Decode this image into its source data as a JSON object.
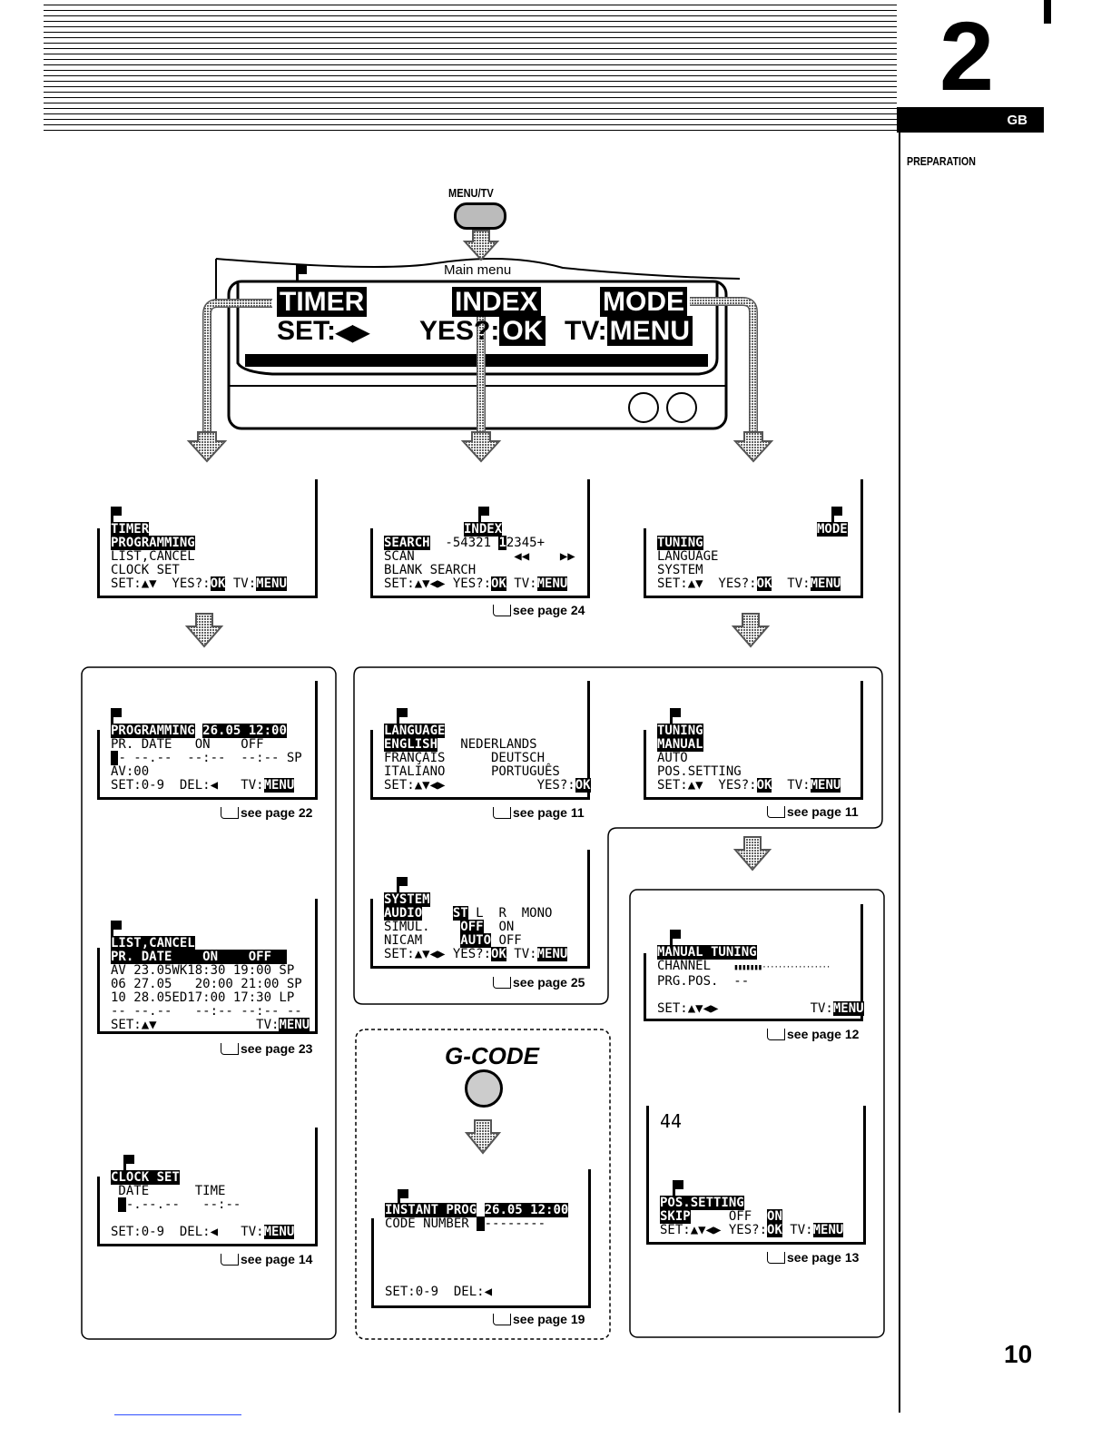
{
  "header": {
    "chapter": "2",
    "lang": "GB",
    "section": "PREPARATION",
    "page_number": "10"
  },
  "remote": {
    "menu_button": "MENU/TV",
    "main_menu_label": "Main menu",
    "gcode_label": "G-CODE"
  },
  "tv": {
    "timer": "TIMER",
    "index": "INDEX",
    "mode": "MODE",
    "set": "SET:",
    "set_arrows": "◀▶",
    "yes": "YES?:",
    "ok": "OK",
    "tv": "TV:",
    "menu": "MENU"
  },
  "common": {
    "ok": "OK",
    "menu": "MENU"
  },
  "timer": {
    "title": "TIMER",
    "item1": "PROGRAMMING",
    "item2": "LIST,CANCEL",
    "item3": "CLOCK SET",
    "footer_set": "SET:▲▼  YES?:",
    "footer_tv": " TV:"
  },
  "index": {
    "title": "INDEX",
    "search": "SEARCH",
    "search_val": "  -54321 ",
    "cursor": "1",
    "search_val2": "2345+",
    "scan": "SCAN             ◀◀    ▶▶",
    "blank": "BLANK SEARCH",
    "footer": "SET:▲▼◀▶ YES?:",
    "footer_tv": " TV:",
    "see": "see page 24"
  },
  "mode": {
    "title": "MODE",
    "item1": "TUNING",
    "item2": "LANGUAGE",
    "item3": "SYSTEM",
    "footer": "SET:▲▼  YES?:",
    "footer_tv": "  TV:"
  },
  "programming": {
    "title": "PROGRAMMING",
    "datetime": "26.05 12:00",
    "header": "PR. DATE   ON    OFF",
    "row_rest": "- --.--  --:--  --:-- SP",
    "av": "AV:00",
    "footer": "SET:0-9  DEL:◀   TV:",
    "see": "see page 22"
  },
  "listcancel": {
    "title": "LIST,CANCEL",
    "header": "PR. DATE    ON    OFF  ",
    "rows": [
      "AV 23.05WK18:30 19:00 SP",
      "06 27.05   20:00 21:00 SP",
      "10 28.05ED17:00 17:30 LP",
      "-- --.--   --:-- --:-- --"
    ],
    "footer": "SET:▲▼             TV:",
    "see": "see page 23"
  },
  "clockset": {
    "title": "CLOCK SET",
    "labels": " DATE      TIME",
    "vals": "-.--.--   --:--",
    "footer": "SET:0-9  DEL:◀   TV:",
    "see": "see page 14"
  },
  "language": {
    "title": "LANGUAGE",
    "english": "ENGLISH",
    "col2_1": "   NEDERLANDS",
    "l2": "FRANÇAIS      DEUTSCH",
    "l3": "ITALIANO      PORTUGUÊS",
    "footer": "SET:▲▼◀▶            YES?:",
    "see": "see page 11"
  },
  "system": {
    "title": "SYSTEM",
    "audio": "AUDIO",
    "st": "ST",
    "audio_rest": " L  R  MONO",
    "simul": "SIMUL.    ",
    "off": "OFF",
    "simul_rest": "  ON",
    "nicam": "NICAM     ",
    "auto": "AUTO",
    "nicam_rest": " OFF",
    "footer": "SET:▲▼◀▶ YES?:",
    "footer_tv": " TV:",
    "see": "see page 25"
  },
  "tuning": {
    "title": "TUNING",
    "manual": "MANUAL",
    "auto": "AUTO",
    "possetting": "POS.SETTING",
    "footer": "SET:▲▼  YES?:",
    "footer_tv": "  TV:",
    "see": "see page 11"
  },
  "manualtuning": {
    "title": "MANUAL TUNING",
    "channel": "CHANNEL   ",
    "bar": "▮▮▮▮▮▮▮·················",
    "prgpos": "PRG.POS.  --",
    "footer": "SET:▲▼◀▶            TV:",
    "see": "see page 12"
  },
  "possetting": {
    "num": "44",
    "title": "POS.SETTING",
    "skip": "SKIP",
    "skip_rest": "     OFF  ",
    "on": "ON",
    "footer": "SET:▲▼◀▶ YES?:",
    "footer_tv": " TV:",
    "see": "see page 13"
  },
  "instant": {
    "title": "INSTANT PROG",
    "datetime": "26.05 12:00",
    "code": "CODE NUMBER ",
    "code_rest": "--------",
    "footer": "SET:0-9  DEL:◀",
    "see": "see page 19"
  }
}
